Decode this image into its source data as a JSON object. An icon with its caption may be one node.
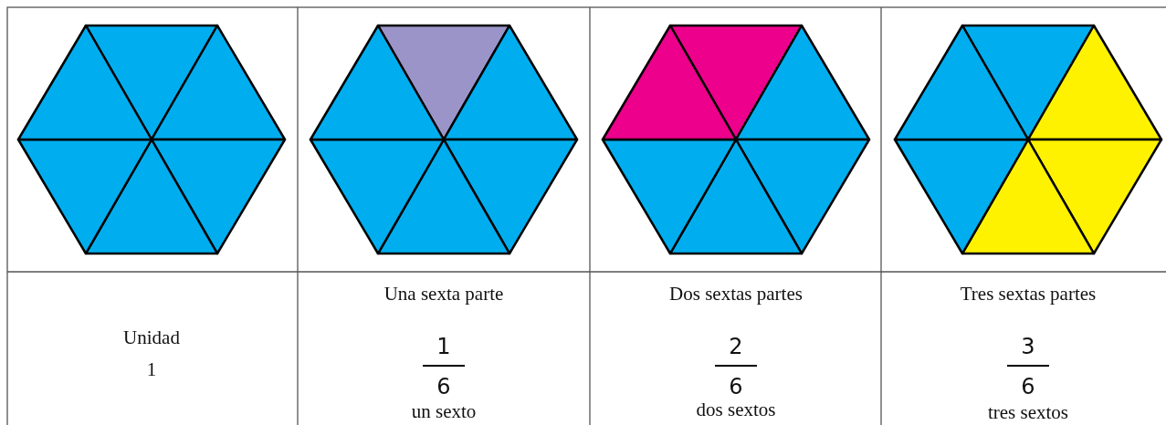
{
  "diagram": {
    "labels": [
      "Unidad",
      "1",
      "Una sexta parte",
      "1",
      "6",
      "un sexto",
      "Dos sextas partes",
      "2",
      "6",
      "dos sextos",
      "Tres sextas partes",
      "3",
      "6",
      "tres sextos"
    ]
  }
}
